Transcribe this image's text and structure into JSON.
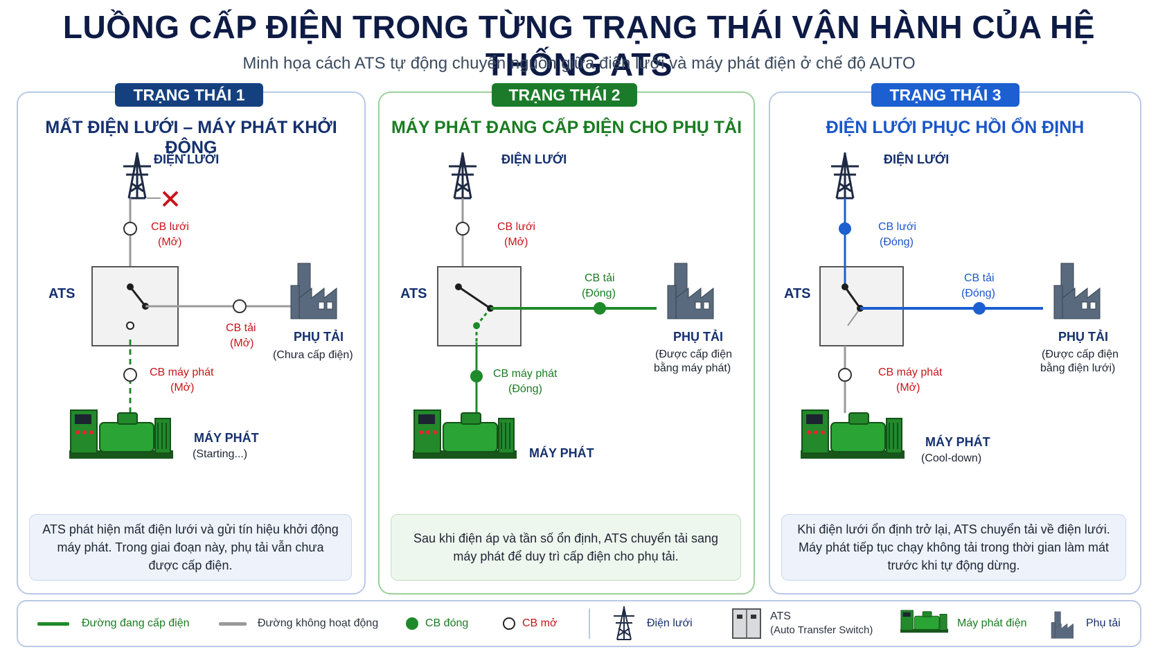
{
  "title": "LUỒNG CẤP ĐIỆN TRONG TỪNG TRẠNG THÁI VẬN HÀNH CỦA HỆ THỐNG ATS",
  "subtitle": "Minh họa cách ATS tự động chuyển nguồn giữa điện lưới và máy phát điện ở chế độ AUTO",
  "colors": {
    "active_green": "#1f8a2a",
    "active_blue": "#1c5fd0",
    "inactive_gray": "#9a9a9a",
    "open_red": "#c8141a",
    "navy": "#15306e"
  },
  "panels": [
    {
      "badge": "TRẠNG THÁI 1",
      "title": "MẤT ĐIỆN LƯỚI – MÁY PHÁT KHỞI ĐỘNG",
      "grid_label": "ĐIỆN LƯỚI",
      "ats_label": "ATS",
      "cb_grid": {
        "name": "CB lưới",
        "state": "(Mở)"
      },
      "cb_load": {
        "name": "CB tải",
        "state": "(Mở)"
      },
      "cb_gen": {
        "name": "CB máy phát",
        "state": "(Mở)"
      },
      "load_label": "PHỤ TẢI",
      "load_status": [
        "(Chưa cấp điện)"
      ],
      "gen_label": "MÁY PHÁT",
      "gen_status": "(Starting...)",
      "description": "ATS phát hiện mất điện lưới và gửi tín hiệu khởi động máy phát. Trong giai đoạn này, phụ tải vẫn chưa được cấp điện."
    },
    {
      "badge": "TRẠNG THÁI 2",
      "title": "MÁY PHÁT ĐANG CẤP ĐIỆN CHO PHỤ TẢI",
      "grid_label": "ĐIỆN LƯỚI",
      "ats_label": "ATS",
      "cb_grid": {
        "name": "CB lưới",
        "state": "(Mở)"
      },
      "cb_load": {
        "name": "CB tải",
        "state": "(Đóng)"
      },
      "cb_gen": {
        "name": "CB máy phát",
        "state": "(Đóng)"
      },
      "load_label": "PHỤ TẢI",
      "load_status": [
        "(Được cấp điện",
        "bằng máy phát)"
      ],
      "gen_label": "MÁY PHÁT",
      "gen_status": "",
      "description": "Sau khi điện áp và tần số ổn định, ATS chuyển tải sang máy phát để duy trì cấp điện cho phụ tải."
    },
    {
      "badge": "TRẠNG THÁI 3",
      "title": "ĐIỆN LƯỚI PHỤC HỒI ỔN ĐỊNH",
      "grid_label": "ĐIỆN LƯỚI",
      "ats_label": "ATS",
      "cb_grid": {
        "name": "CB lưới",
        "state": "(Đóng)"
      },
      "cb_load": {
        "name": "CB tải",
        "state": "(Đóng)"
      },
      "cb_gen": {
        "name": "CB máy phát",
        "state": "(Mở)"
      },
      "load_label": "PHỤ TẢI",
      "load_status": [
        "(Được cấp điện",
        "bằng điện lưới)"
      ],
      "gen_label": "MÁY PHÁT",
      "gen_status": "(Cool-down)",
      "description": "Khi điện lưới ổn định trở lại, ATS chuyển tải về điện lưới. Máy phát tiếp tục chạy không tải trong thời gian làm mát trước khi tự động dừng."
    }
  ],
  "legend": {
    "active_line": "Đường đang cấp điện",
    "inactive_line": "Đường không hoạt động",
    "cb_closed": "CB đóng",
    "cb_open": "CB mở",
    "grid": "Điện lưới",
    "ats": "ATS",
    "ats_full": "(Auto Transfer Switch)",
    "generator": "Máy phát điện",
    "load": "Phụ tải"
  }
}
